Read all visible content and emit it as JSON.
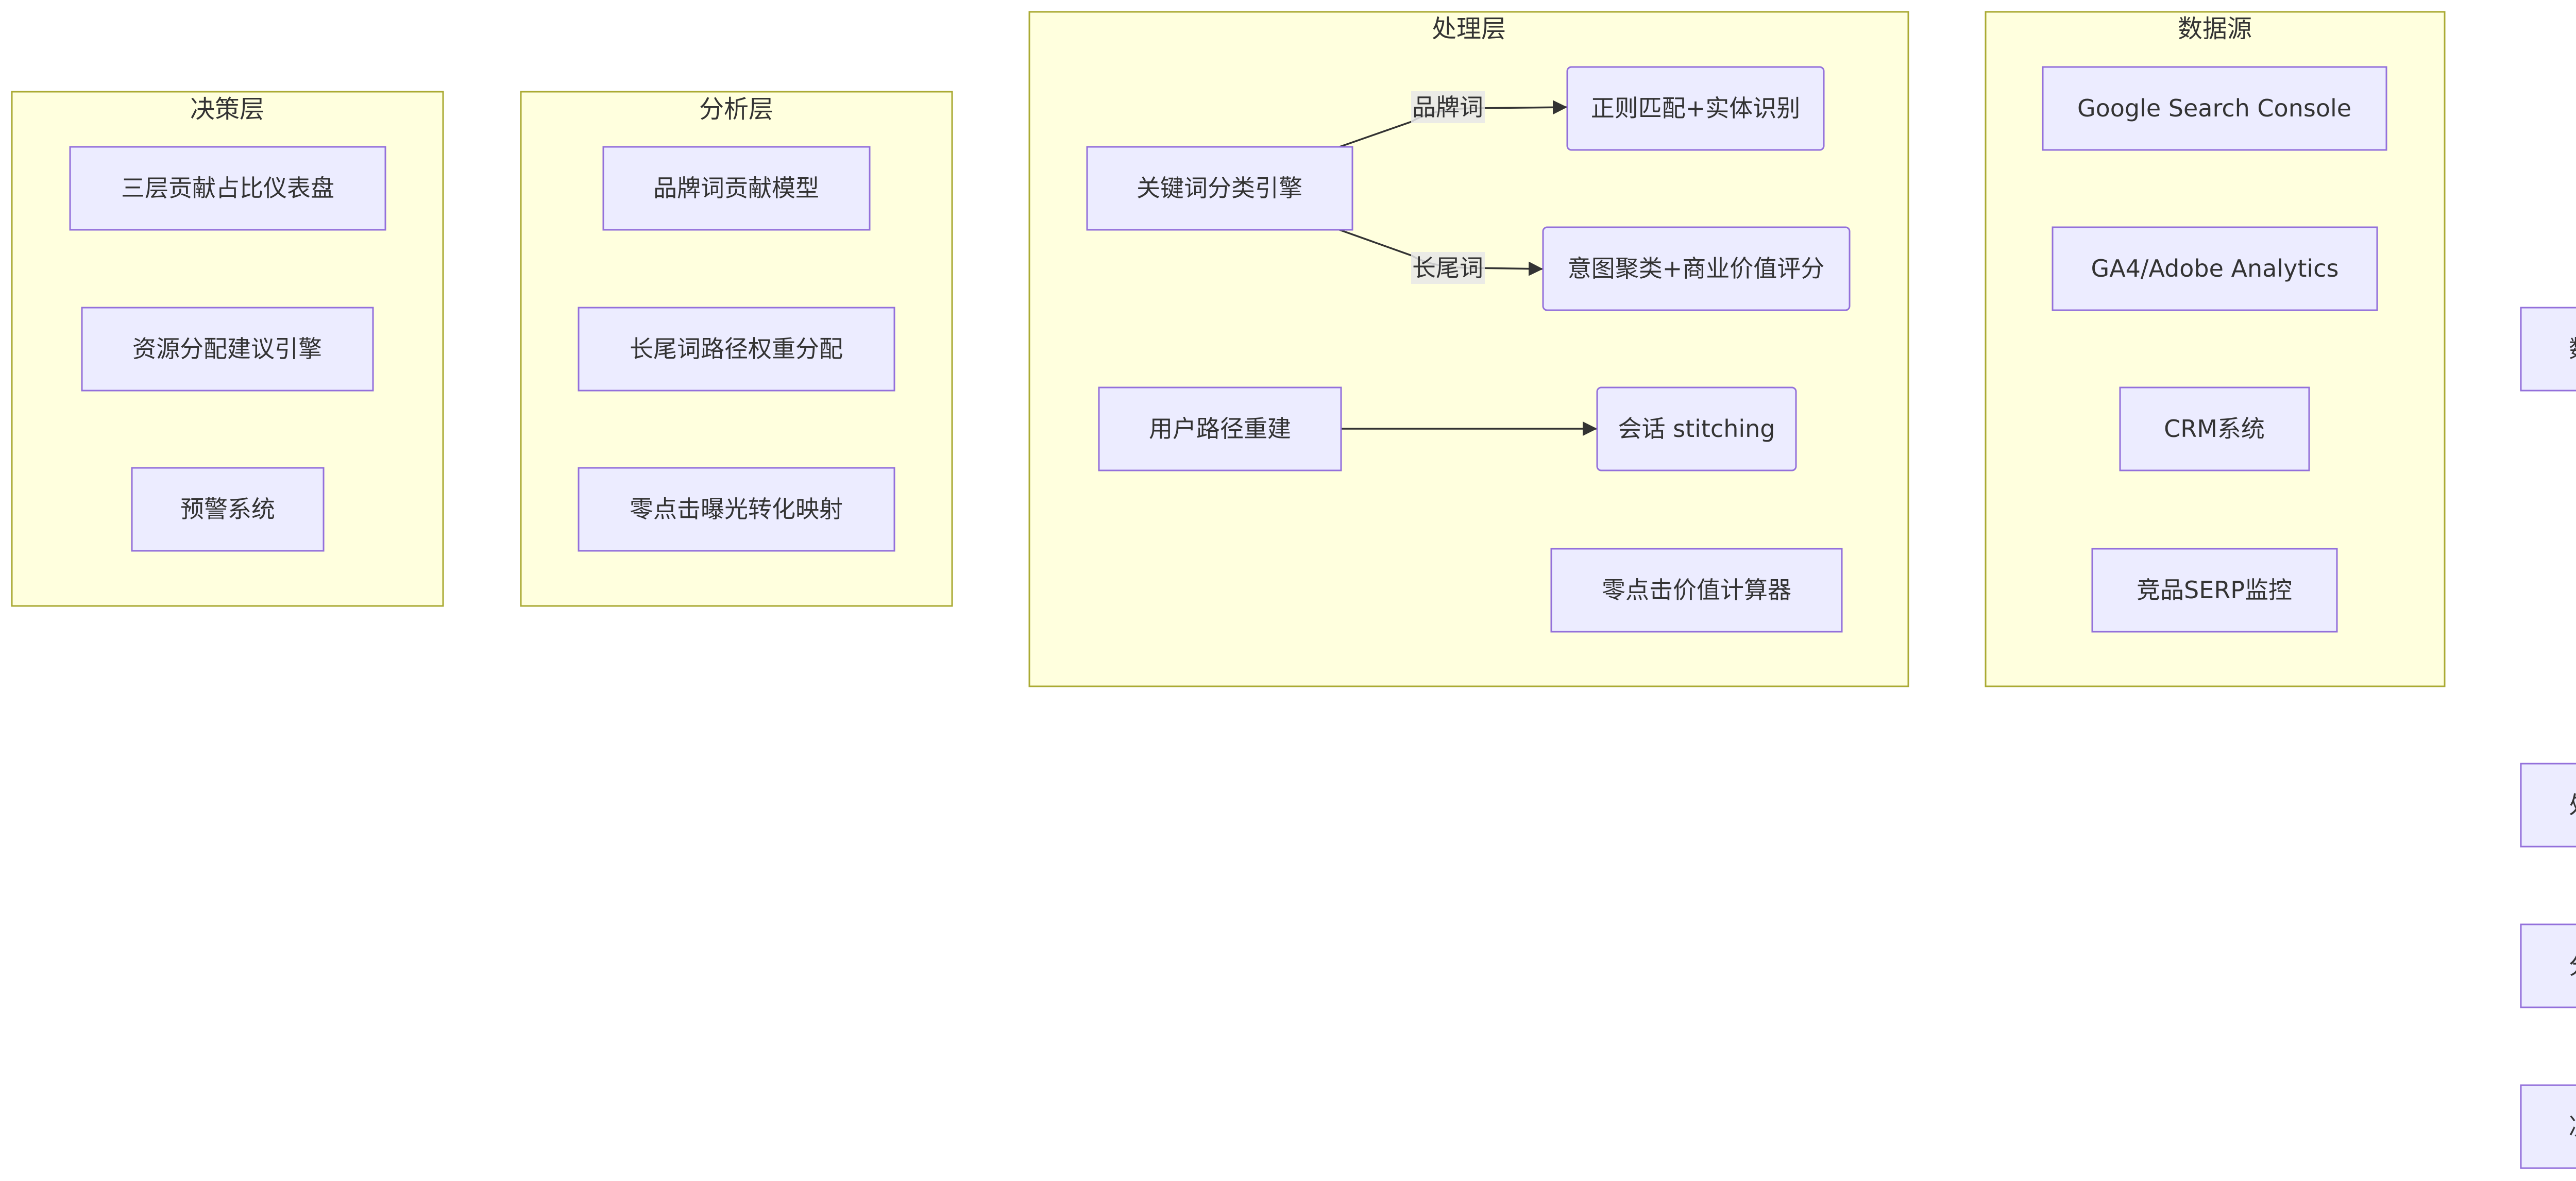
{
  "clusters": {
    "decision": {
      "title": "决策层",
      "nodes": [
        "三层贡献占比仪表盘",
        "资源分配建议引擎",
        "预警系统"
      ]
    },
    "analysis": {
      "title": "分析层",
      "nodes": [
        "品牌词贡献模型",
        "长尾词路径权重分配",
        "零点击曝光转化映射"
      ]
    },
    "processing": {
      "title": "处理层",
      "nodes": [
        "关键词分类引擎",
        "正则匹配+实体识别",
        "意图聚类+商业价值评分",
        "用户路径重建",
        "会话 stitching",
        "零点击价值计算器"
      ]
    },
    "source": {
      "title": "数据源",
      "nodes": [
        "Google Search Console",
        "GA4/Adobe Analytics",
        "CRM系统",
        "竞品SERP监控"
      ]
    }
  },
  "edge_labels": {
    "brand": "品牌词",
    "longtail": "长尾词"
  },
  "flow": [
    "数据源",
    "处理层",
    "分析层",
    "决策层"
  ],
  "colors": {
    "cluster_fill": "#ffffde",
    "cluster_stroke": "#aaaa33",
    "node_fill": "#ececff",
    "node_stroke": "#9370db",
    "edge": "#333333"
  }
}
